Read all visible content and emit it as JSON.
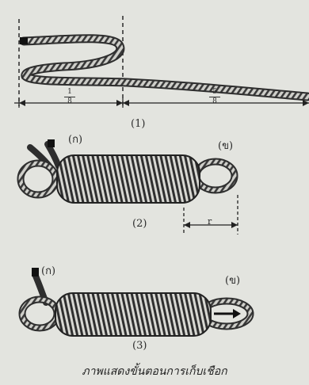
{
  "figure": {
    "caption": "ภาพแสดงขั้นตอนการเก็บเชือก",
    "step1": {
      "number": "(1)",
      "dim_left": {
        "num": "1",
        "den": "8"
      },
      "dim_right": {
        "num": "5",
        "den": "8"
      }
    },
    "step2": {
      "number": "(2)",
      "label_a": "(ก)",
      "label_b": "(ข)",
      "dim_r": "r"
    },
    "step3": {
      "number": "(3)",
      "label_a": "(ก)",
      "label_b": "(ข)"
    }
  },
  "colors": {
    "background": "#e3e4df",
    "rope": "#3a3a3a",
    "rope_highlight": "#c9c9c4",
    "ink": "#2a2a2a"
  },
  "icons": [
    "rope-coil",
    "arrow-right-icon"
  ]
}
